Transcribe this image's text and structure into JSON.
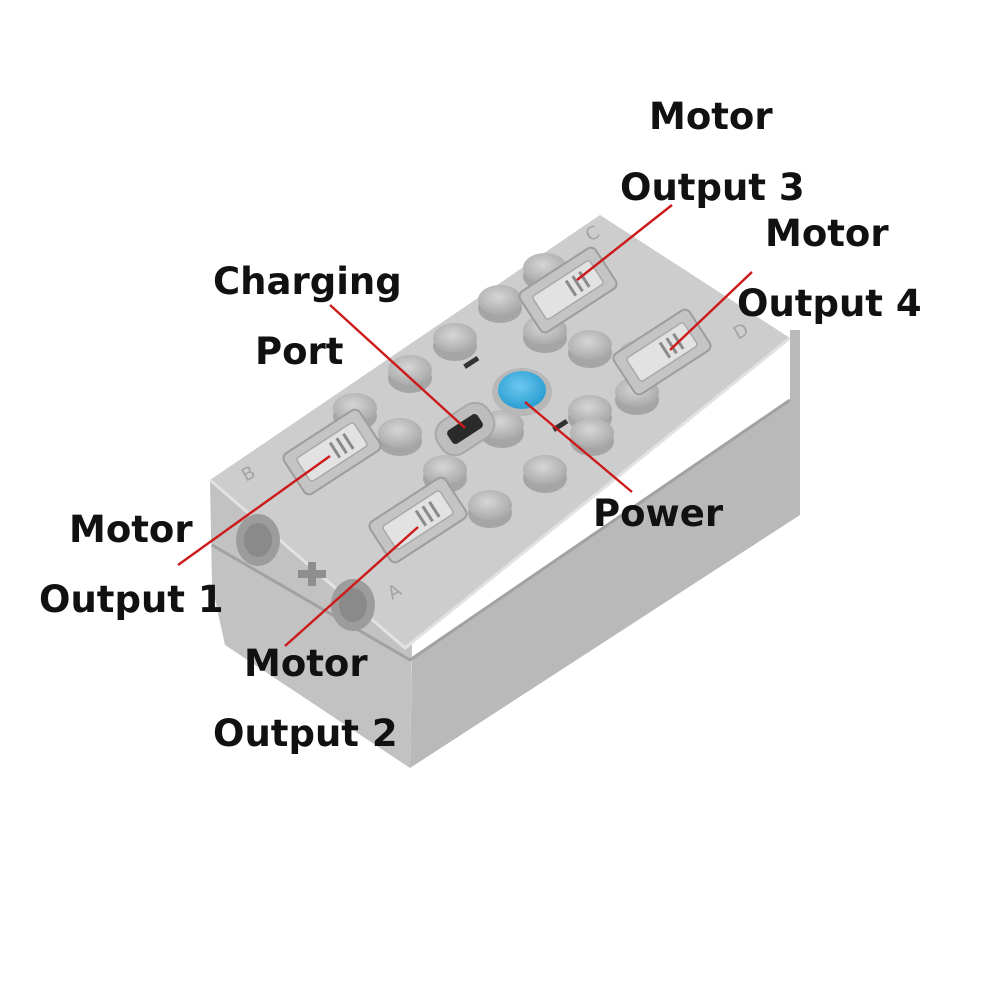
{
  "labels": {
    "motor_output_3": {
      "line1": "Motor",
      "line2": "Output 3"
    },
    "motor_output_4": {
      "line1": "Motor",
      "line2": "Output 4"
    },
    "charging_port": {
      "line1": "Charging",
      "line2": "Port"
    },
    "power": {
      "line1": "Power"
    },
    "motor_output_1": {
      "line1": "Motor",
      "line2": "Output 1"
    },
    "motor_output_2": {
      "line1": "Motor",
      "line2": "Output 2"
    }
  },
  "port_markings": {
    "a": "A",
    "b": "B",
    "c": "C",
    "d": "D"
  },
  "colors": {
    "body": "#c8c8c8",
    "body_top": "#d0d0d0",
    "body_shadow": "#b4b4b4",
    "power_button": "#3aaee0",
    "leader_line": "#cc1a1a"
  }
}
